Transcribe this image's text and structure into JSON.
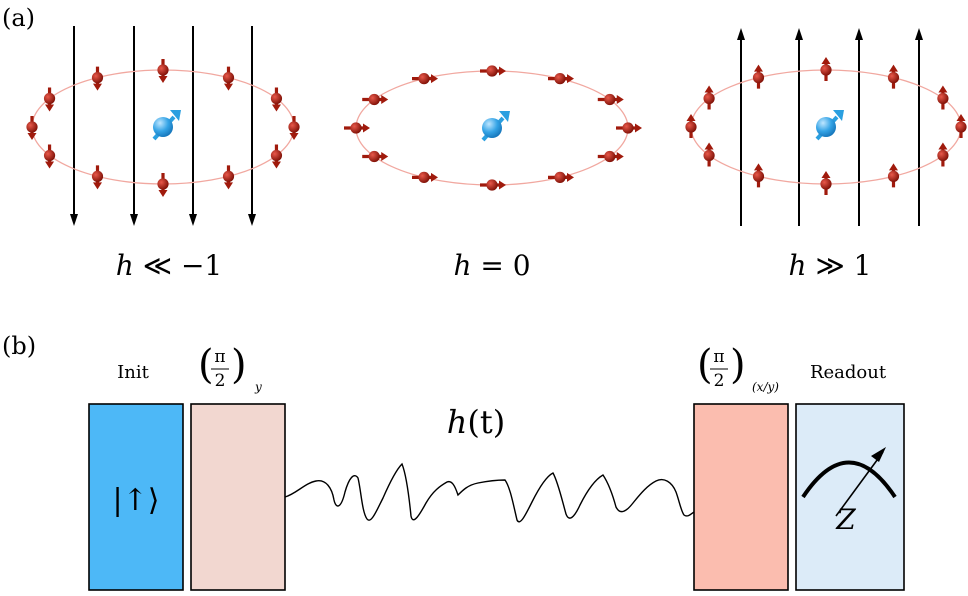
{
  "panel_a": {
    "label": "(a)",
    "subpanels": [
      {
        "h_sym": "h",
        "rel": " ≪ −1",
        "field": "down",
        "spin_orientation": "down"
      },
      {
        "h_sym": "h",
        "rel": " = 0",
        "field": "none",
        "spin_orientation": "right"
      },
      {
        "h_sym": "h",
        "rel": " ≫ 1",
        "field": "up",
        "spin_orientation": "up"
      }
    ]
  },
  "panel_b": {
    "label": "(b)",
    "init_label": "Init",
    "init_state": "|↑⟩",
    "pulse1": {
      "num": "π",
      "den": "2",
      "sub": "y"
    },
    "drive_h": "h",
    "drive_t": "(t)",
    "pulse2": {
      "num": "π",
      "den": "2",
      "sub": "(x/y)"
    },
    "readout_label": "Readout",
    "meter_letter": "Z"
  },
  "colors": {
    "spin_red": "#a01a0c",
    "ring": "#f1a8a0",
    "central_spin": "#2a9fe0",
    "init_box": "#4db8f7",
    "pulse1_box": "#f2d7d0",
    "pulse2_box": "#fbbdaf",
    "readout_box": "#dcebf8"
  }
}
